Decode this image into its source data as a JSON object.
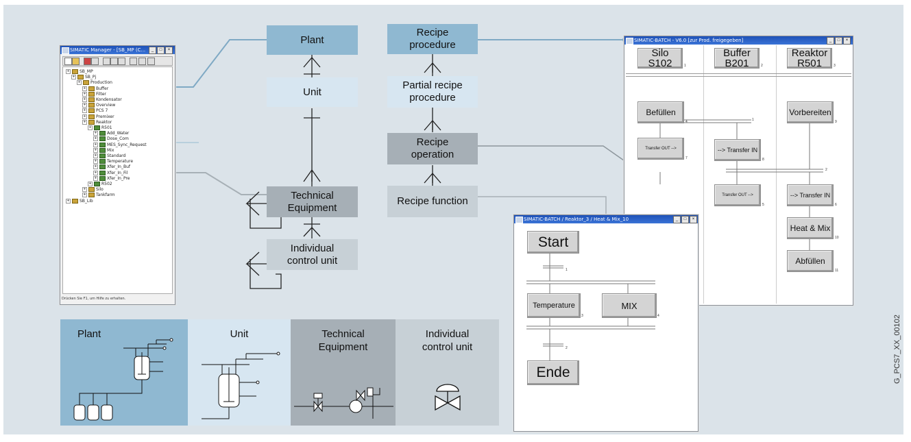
{
  "hierarchy": {
    "plant": "Plant",
    "unit": "Unit",
    "technical_equipment": "Technical\nEquipment",
    "individual_control_unit": "Individual\ncontrol unit"
  },
  "recipe": {
    "procedure": "Recipe\nprocedure",
    "partial_procedure": "Partial recipe\nprocedure",
    "operation": "Recipe\noperation",
    "function": "Recipe function"
  },
  "manager_window": {
    "title": "SIMATIC Manager - [SB_MP (C...",
    "status": "Drücken Sie F1, um Hilfe zu erhalten.",
    "tree": [
      {
        "label": "SB_MP",
        "level": 0
      },
      {
        "label": "SB_Pj",
        "level": 1
      },
      {
        "label": "Production",
        "level": 2
      },
      {
        "label": "Buffer",
        "level": 3
      },
      {
        "label": "Filter",
        "level": 3
      },
      {
        "label": "Kondensator",
        "level": 3
      },
      {
        "label": "Overview",
        "level": 3
      },
      {
        "label": "PCS 7",
        "level": 3
      },
      {
        "label": "Premixer",
        "level": 3
      },
      {
        "label": "Reaktor",
        "level": 3
      },
      {
        "label": "R501",
        "level": 4
      },
      {
        "label": "Add_Water",
        "level": 5
      },
      {
        "label": "Dose_Com",
        "level": 5
      },
      {
        "label": "MES_Sync_Request",
        "level": 5
      },
      {
        "label": "Mix",
        "level": 5
      },
      {
        "label": "Standard",
        "level": 5
      },
      {
        "label": "Temperature",
        "level": 5
      },
      {
        "label": "Xfer_In_Buf",
        "level": 5
      },
      {
        "label": "Xfer_In_Fil",
        "level": 5
      },
      {
        "label": "Xfer_In_Pre",
        "level": 5
      },
      {
        "label": "R502",
        "level": 4
      },
      {
        "label": "Silo",
        "level": 3
      },
      {
        "label": "Tankfarm",
        "level": 3
      },
      {
        "label": "SB_Lib",
        "level": 0
      }
    ]
  },
  "batch_window": {
    "title": "SIMATIC-BATCH - V6.0 [zur Prod. freigegeben]",
    "units": [
      {
        "line1": "Silo",
        "line2": "S102",
        "num": "1"
      },
      {
        "line1": "Buffer",
        "line2": "B201",
        "num": "2"
      },
      {
        "line1": "Reaktor",
        "line2": "R501",
        "num": "3"
      }
    ],
    "steps": {
      "befuellen": "Befüllen",
      "befuellen_num": "4",
      "vorbereiten": "Vorbereiten",
      "vorbereiten_num": "9",
      "transfer_out_1": "Transfer OUT -->",
      "transfer_out_1_num": "7",
      "transfer_in_1": "--> Transfer IN",
      "transfer_in_1_num": "8",
      "transfer_out_2": "Transfer OUT -->",
      "transfer_out_2_num": "5",
      "transfer_in_2": "--> Transfer IN",
      "transfer_in_2_num": "6",
      "heat_mix": "Heat & Mix",
      "heat_mix_num": "10",
      "abfuellen": "Abfüllen",
      "abfuellen_num": "11",
      "sync1_num": "1",
      "sync2_num": "2"
    }
  },
  "op_window": {
    "title": "SIMATIC-BATCH / Reaktor_3 / Heat & Mix_10",
    "start": "Start",
    "temperature": "Temperature",
    "temperature_num": "3",
    "mix": "MIX",
    "mix_num": "4",
    "ende": "Ende",
    "t1_num": "1",
    "t2_num": "2"
  },
  "legend": {
    "plant": "Plant",
    "unit": "Unit",
    "technical_equipment": "Technical\nEquipment",
    "individual_control_unit": "Individual\ncontrol unit"
  },
  "figure_id": "G_PCS7_XX_00102",
  "colors": {
    "background": "#dbe3e9",
    "plant_blue": "#8fb8d1",
    "unit_light": "#d7e6f1",
    "equipment_grey": "#a6afb6",
    "control_unit_grey": "#c7d0d6",
    "connector_line": "#7fa9c4"
  }
}
